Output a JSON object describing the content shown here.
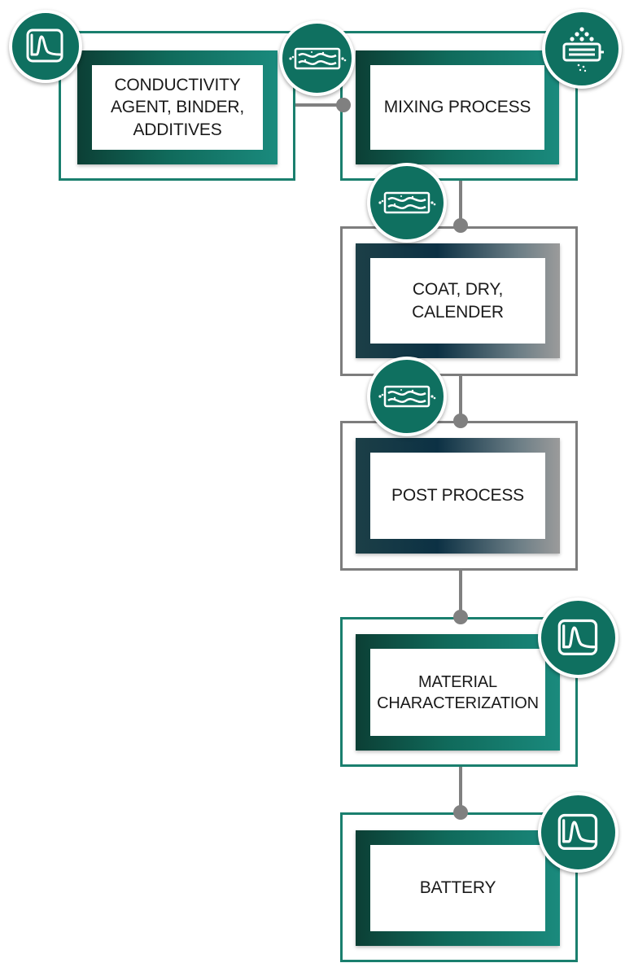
{
  "nodes": [
    {
      "id": "conductivity",
      "label": "CONDUCTIVITY\nAGENT, BINDER,\nADDITIVES",
      "style": "green",
      "icon": "chromatogram-icon"
    },
    {
      "id": "mixing",
      "label": "MIXING PROCESS",
      "style": "green",
      "icon": "dispenser-icon"
    },
    {
      "id": "coat",
      "label": "COAT, DRY,\nCALENDER",
      "style": "gray",
      "icon": "flow-cell-icon"
    },
    {
      "id": "post",
      "label": "POST PROCESS",
      "style": "gray",
      "icon": "flow-cell-icon"
    },
    {
      "id": "material",
      "label": "MATERIAL\nCHARACTERIZATION",
      "style": "green",
      "icon": "chromatogram-icon"
    },
    {
      "id": "battery",
      "label": "BATTERY",
      "style": "green",
      "icon": "chromatogram-icon"
    }
  ],
  "connectors": [
    {
      "from": "conductivity",
      "to": "mixing",
      "icon": "flow-cell-icon"
    },
    {
      "from": "mixing",
      "to": "coat"
    },
    {
      "from": "coat",
      "to": "post"
    },
    {
      "from": "post",
      "to": "material"
    },
    {
      "from": "material",
      "to": "battery"
    }
  ],
  "colors": {
    "teal_dark": "#0c3f35",
    "teal": "#1a7f6e",
    "teal_light": "#1a8a7d",
    "navy": "#0c3144",
    "gray": "#7d7d7d",
    "connector": "#808080"
  }
}
